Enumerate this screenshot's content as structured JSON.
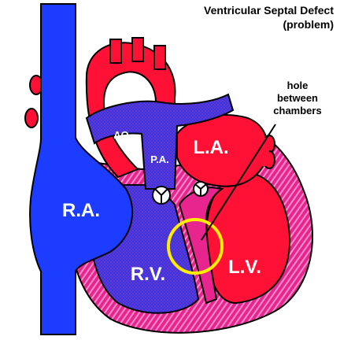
{
  "title": {
    "line1": "Ventricular Septal Defect",
    "line2": "(problem)"
  },
  "annotation": {
    "line1": "hole",
    "line2": "between",
    "line3": "chambers"
  },
  "labels": {
    "aorta": "AO",
    "pulmonary_artery": "P.A.",
    "left_atrium": "L.A.",
    "right_atrium": "R.A.",
    "right_ventricle": "R.V.",
    "left_ventricle": "L.V."
  },
  "colors": {
    "oxygenated": "#ff0033",
    "deoxygenated": "#1c3cff",
    "myocardium": "#e01e8a",
    "myocardium_light": "#ff9ed3",
    "defect_highlight": "#ffee00",
    "outline": "#000000"
  }
}
